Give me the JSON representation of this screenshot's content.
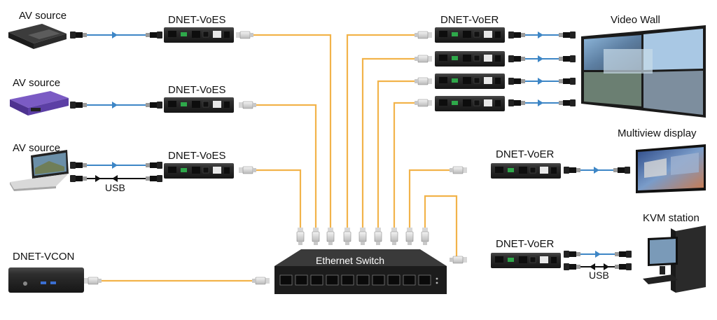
{
  "labels": {
    "av_source_1": "AV source",
    "av_source_2": "AV source",
    "av_source_3": "AV source",
    "dnet_voes_1": "DNET-VoES",
    "dnet_voes_2": "DNET-VoES",
    "dnet_voes_3": "DNET-VoES",
    "dnet_voer_wall": "DNET-VoER",
    "dnet_voer_multiview": "DNET-VoER",
    "dnet_voer_kvm": "DNET-VoER",
    "video_wall": "Video Wall",
    "multiview_display": "Multiview display",
    "kvm_station": "KVM station",
    "dnet_vcon": "DNET-VCON",
    "ethernet_switch": "Ethernet Switch",
    "usb_left": "USB",
    "usb_right": "USB"
  },
  "colors": {
    "ethernet_cable": "#f2b34a",
    "hdmi_cable": "#3d86c6",
    "usb_cable": "#111111",
    "device_body": "#2a2a2a",
    "switch_body": "#1f1f1f"
  },
  "icons": {
    "hdmi_plug": "hdmi-plug-icon",
    "rj45_plug": "rj45-plug-icon",
    "arrow": "arrow-right-icon"
  }
}
